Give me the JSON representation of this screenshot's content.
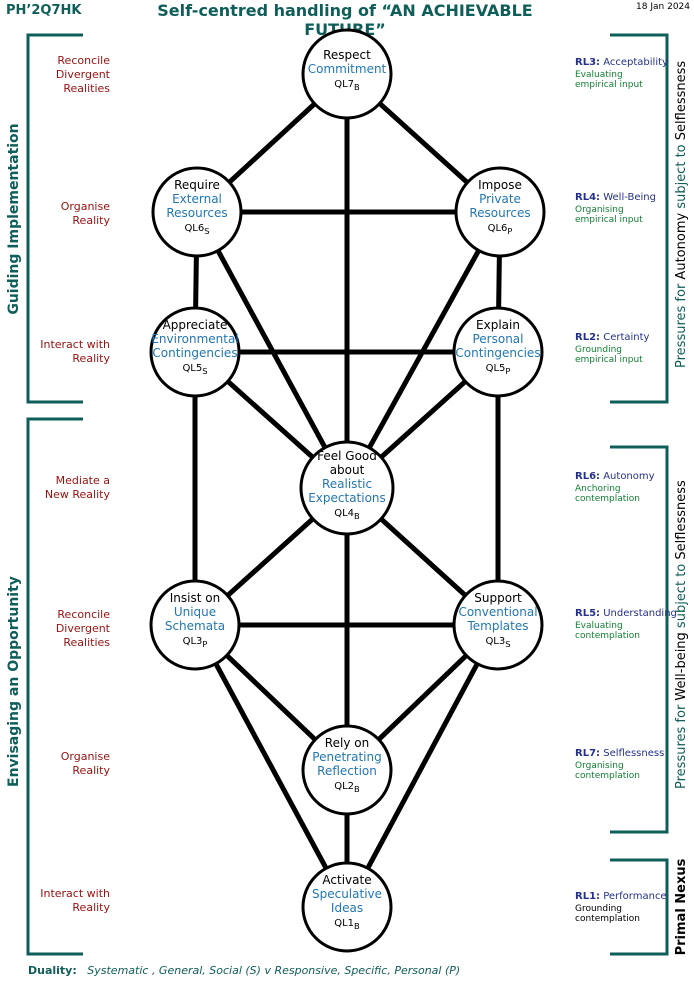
{
  "header": {
    "code": "PH’2Q7HK",
    "title": "Self-centred handling of “AN ACHIEVABLE FUTURE”",
    "date": "18  Jan 2024"
  },
  "left_bars": {
    "upper": "Guiding  Implementation",
    "lower": "Envisaging  an  Opportunity"
  },
  "left_labels": [
    "Reconcile\nDivergent\nRealities",
    "Organise\nReality",
    "Interact with\nReality",
    "Mediate a\nNew Reality",
    "Reconcile\nDivergent\nRealities",
    "Organise\nReality",
    "Interact with\nReality"
  ],
  "right_bars": {
    "upper": {
      "a": "Pressures for",
      "b": "Autonomy",
      "c": "subject to",
      "d": "Selflessness"
    },
    "middle": {
      "a": "Pressures for",
      "b": "Well-being",
      "c": "subject to",
      "d": "Selflessness"
    },
    "lower": "Primal Nexus"
  },
  "right_labels": [
    {
      "code": "RL3:",
      "name": "Acceptability",
      "desc": "Evaluating\nempirical input"
    },
    {
      "code": "RL4:",
      "name": "Well-Being",
      "desc": "Organising\nempirical input"
    },
    {
      "code": "RL2:",
      "name": "Certainty",
      "desc": "Grounding\nempirical input"
    },
    {
      "code": "RL6:",
      "name": "Autonomy",
      "desc": "Anchoring\ncontemplation"
    },
    {
      "code": "RL5:",
      "name": "Understanding",
      "desc": "Evaluating\ncontemplation"
    },
    {
      "code": "RL7:",
      "name": "Selflessness",
      "desc": "Organising\ncontemplation"
    },
    {
      "code": "RL1:",
      "name": "Performance",
      "desc": "Grounding\ncontemplation"
    }
  ],
  "nodes": [
    {
      "t1": "Respect",
      "t2": "Commitment",
      "ql": "QL7",
      "sub": "B"
    },
    {
      "t1": "Require",
      "t2": "External\nResources",
      "ql": "QL6",
      "sub": "S"
    },
    {
      "t1": "Impose",
      "t2": "Private\nResources",
      "ql": "QL6",
      "sub": "P"
    },
    {
      "t1": "Appreciate",
      "t2": "Environmental\nContingencies",
      "ql": "QL5",
      "sub": "S"
    },
    {
      "t1": "Explain",
      "t2": "Personal\nContingencies",
      "ql": "QL5",
      "sub": "P"
    },
    {
      "t1": "Feel Good\nabout",
      "t2": "Realistic\nExpectations",
      "ql": "QL4",
      "sub": "B"
    },
    {
      "t1": "Insist on",
      "t2": "Unique\nSchemata",
      "ql": "QL3",
      "sub": "P"
    },
    {
      "t1": "Support",
      "t2": "Conventional\nTemplates",
      "ql": "QL3",
      "sub": "S"
    },
    {
      "t1": "Rely on",
      "t2": "Penetrating\nReflection",
      "ql": "QL2",
      "sub": "B"
    },
    {
      "t1": "Activate",
      "t2": "Speculative\nIdeas",
      "ql": "QL1",
      "sub": "B"
    }
  ],
  "footer": {
    "label": "Duality:",
    "text": "Systematic , General, Social (S)  v   Responsive, Specific, Personal (P)"
  },
  "colors": {
    "teal": "#0f5e59",
    "red_labels": "#9a1010",
    "blue_node": "#2277b3",
    "rl_blue": "#25308a",
    "green_desc": "#128034"
  }
}
